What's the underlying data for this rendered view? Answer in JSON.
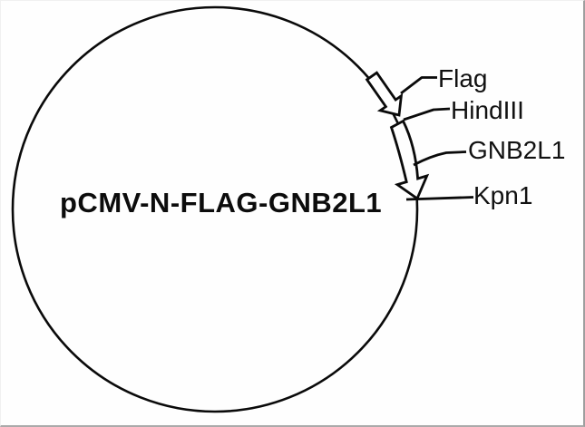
{
  "plasmid": {
    "name": "pCMV-N-FLAG-GNB2L1",
    "features": [
      {
        "label": "Flag"
      },
      {
        "label": "HindIII"
      },
      {
        "label": "GNB2L1"
      },
      {
        "label": "Kpn1"
      }
    ],
    "shape": "circular",
    "line_color": "#0a0a0a",
    "background_color": "#fefefe"
  }
}
